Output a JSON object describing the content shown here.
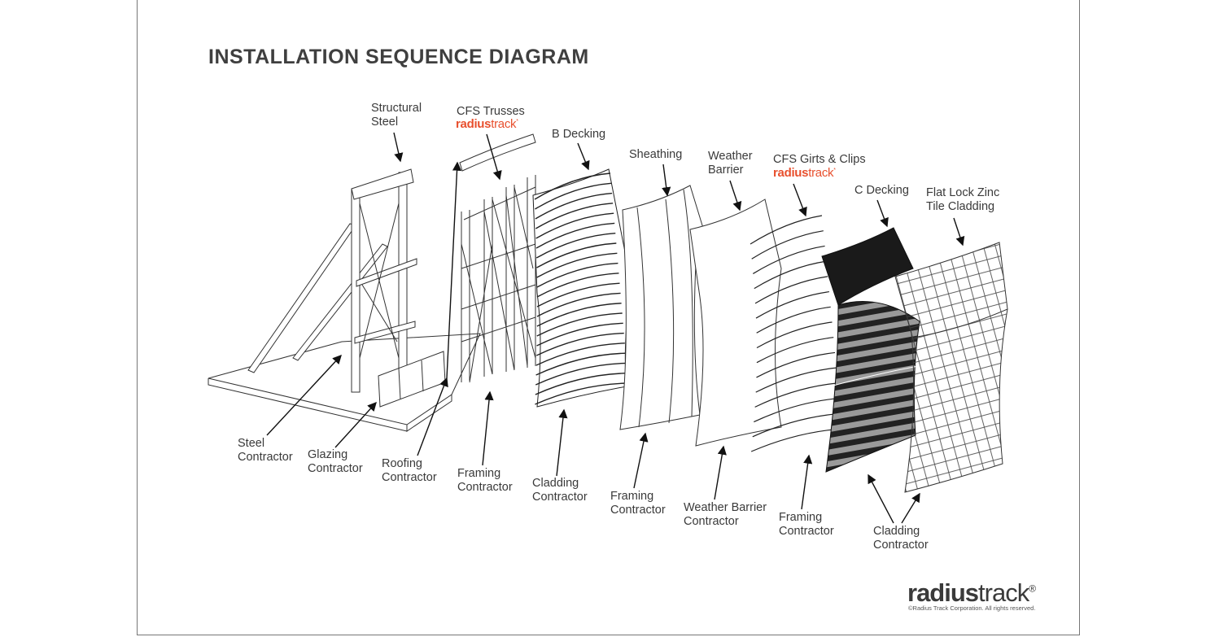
{
  "title": "INSTALLATION SEQUENCE DIAGRAM",
  "brand": {
    "bold": "radius",
    "light": "track",
    "mark": "®",
    "small_mark": "*"
  },
  "copyright": "©Radius Track Corporation. All rights reserved.",
  "layers": [
    {
      "name": "Structural\nSteel"
    },
    {
      "name": "CFS Trusses",
      "branded": true
    },
    {
      "name": "B Decking"
    },
    {
      "name": "Sheathing"
    },
    {
      "name": "Weather\nBarrier"
    },
    {
      "name": "CFS Girts & Clips",
      "branded": true
    },
    {
      "name": "C Decking"
    },
    {
      "name": "Flat Lock Zinc\nTile Cladding"
    }
  ],
  "contractors": [
    "Steel\nContractor",
    "Glazing\nContractor",
    "Roofing\nContractor",
    "Framing\nContractor",
    "Cladding\nContractor",
    "Framing\nContractor",
    "Weather Barrier\nContractor",
    "Framing\nContractor",
    "Cladding\nContractor"
  ]
}
